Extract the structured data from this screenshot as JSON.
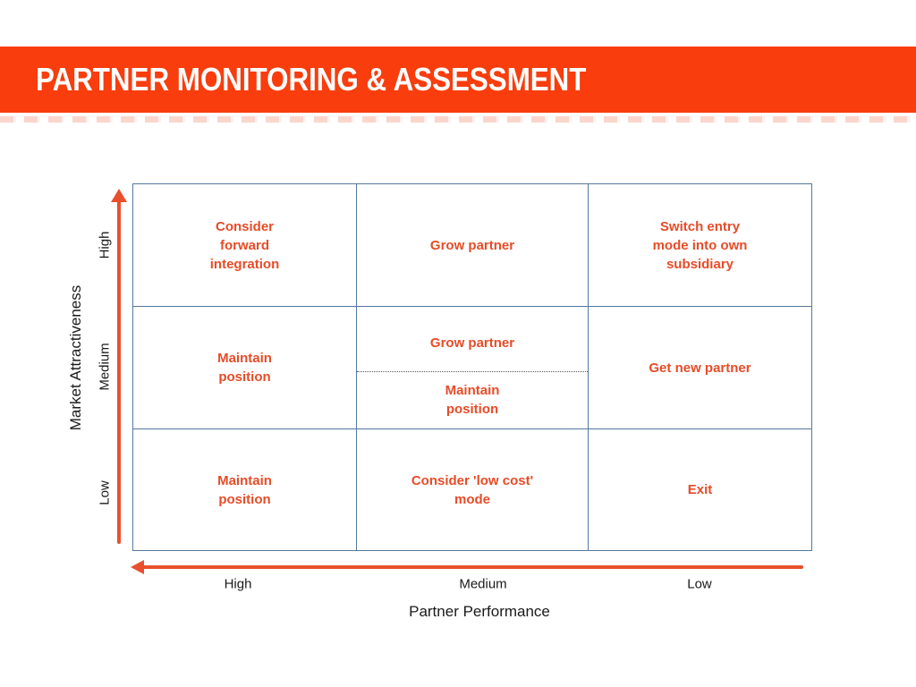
{
  "slide": {
    "title": "PARTNER MONITORING & ASSESSMENT"
  },
  "colors": {
    "header_bar": "#F93D0D",
    "cell_text": "#E74C28",
    "grid_border": "#54789F",
    "arrow": "#E8502D",
    "axis_text": "#1A1A1A",
    "title_text": "#FFFFFF",
    "dotted_divider": "#555555"
  },
  "matrix": {
    "r0c0": "Consider\nforward\nintegration",
    "r0c1": "Grow partner",
    "r0c2": "Switch entry\nmode into own\nsubsidiary",
    "r1c0": "Maintain\nposition",
    "r1c1_top": "Grow partner",
    "r1c1_bottom": "Maintain\nposition",
    "r1c2": "Get new partner",
    "r2c0": "Maintain\nposition",
    "r2c1": "Consider 'low cost'\nmode",
    "r2c2": "Exit"
  },
  "y_axis": {
    "label": "Market Attractiveness",
    "ticks": [
      "High",
      "Medium",
      "Low"
    ]
  },
  "x_axis": {
    "label": "Partner Performance",
    "ticks": [
      "High",
      "Medium",
      "Low"
    ]
  }
}
